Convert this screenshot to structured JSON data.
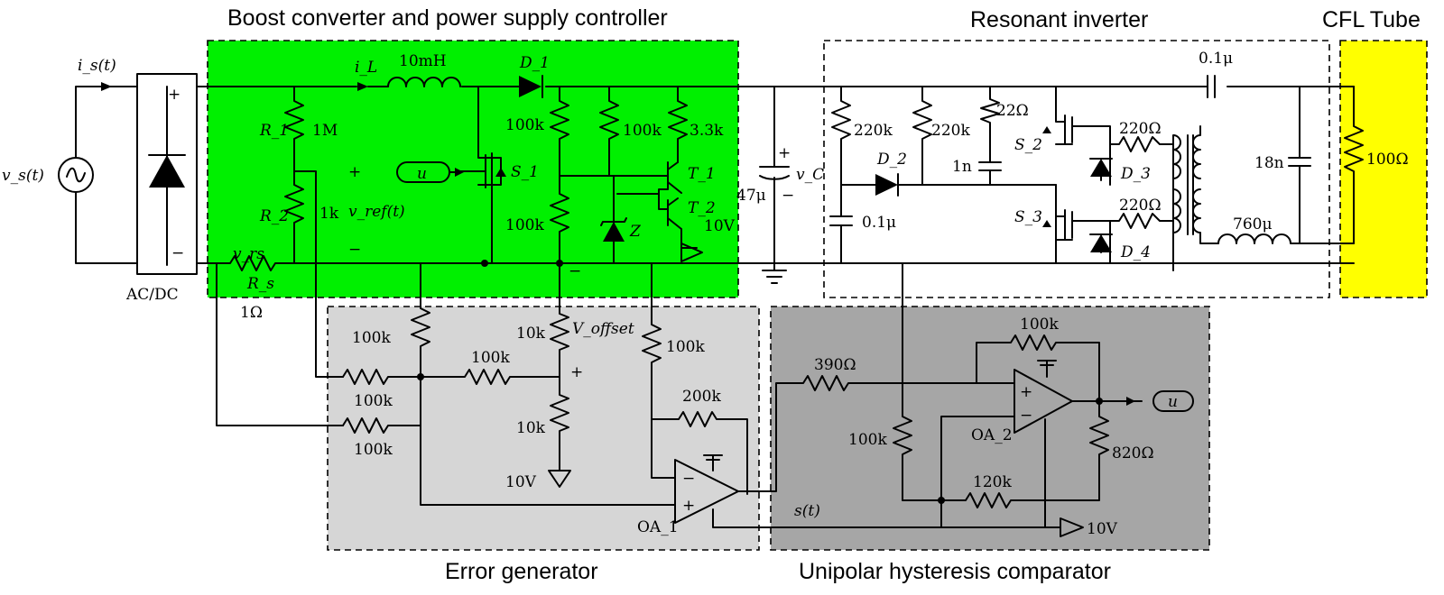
{
  "colors": {
    "boost": "#00f000",
    "error": "#d6d6d6",
    "comparator": "#a6a6a6",
    "tube": "#ffff00"
  },
  "sections": {
    "boost": "Boost converter and power supply controller",
    "inverter": "Resonant inverter",
    "tube": "CFL Tube",
    "error": "Error generator",
    "comparator": "Unipolar hysteresis comparator"
  },
  "input": {
    "is": "i_s(t)",
    "vs": "v_s(t)",
    "acdc": "AC/DC",
    "plus": "+",
    "minus": "−",
    "vrs": "v_rs",
    "rs": "R_s",
    "rs_val": "1Ω"
  },
  "boost": {
    "il": "i_L",
    "l_val": "10mH",
    "d1": "D_1",
    "r1": "R_1",
    "r1_val": "1M",
    "r2": "R_2",
    "r2_val": "1k",
    "vref": "v_ref(t)",
    "u": "u",
    "s1": "S_1",
    "r100a": "100k",
    "r100b": "100k",
    "r100c": "100k",
    "r33": "3.3k",
    "t1": "T_1",
    "t2": "T_2",
    "z": "Z",
    "v10": "10V"
  },
  "dc_link": {
    "c": "47μ",
    "vc": "v_C"
  },
  "inverter": {
    "r220a": "220k",
    "r220b": "220k",
    "r22": "22Ω",
    "c1n": "1n",
    "d2": "D_2",
    "c01": "0.1μ",
    "s2": "S_2",
    "s3": "S_3",
    "r220c": "220Ω",
    "r220d": "220Ω",
    "d3": "D_3",
    "d4": "D_4",
    "ctop": "0.1μ",
    "c18": "18n",
    "l760": "760μ"
  },
  "tube": {
    "r": "100Ω"
  },
  "error": {
    "r100_top": "100k",
    "r100_mid": "100k",
    "r100_left1": "100k",
    "r100_left2": "100k",
    "r10a": "10k",
    "r10b": "10k",
    "voffset": "V_offset",
    "v10": "10V",
    "r100_right": "100k",
    "r200": "200k",
    "oa1": "OA_1"
  },
  "comparator": {
    "r390": "390Ω",
    "r100_fb": "100k",
    "r100_v": "100k",
    "r120": "120k",
    "r820": "820Ω",
    "oa2": "OA_2",
    "s": "s(t)",
    "u": "u",
    "v10": "10V"
  }
}
